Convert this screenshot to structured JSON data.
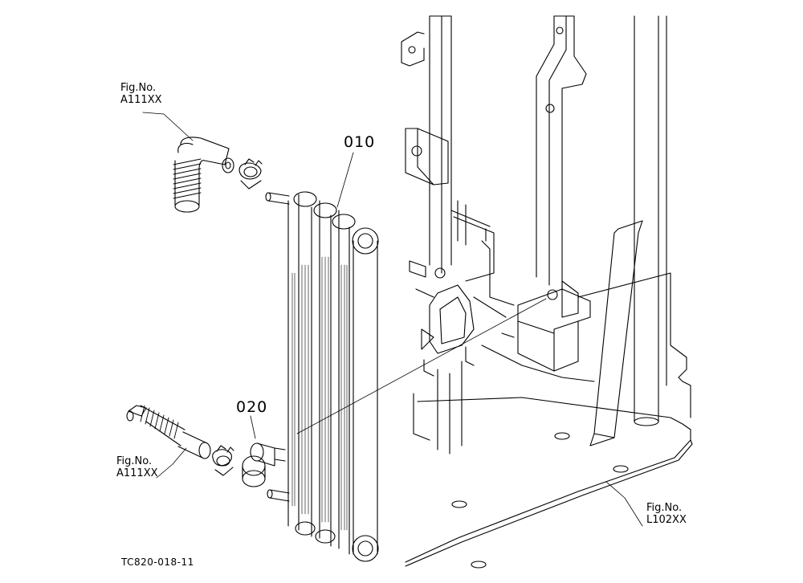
{
  "parts": [
    {
      "id": "part-010",
      "number": "010"
    },
    {
      "id": "part-020",
      "number": "020"
    }
  ],
  "references": [
    {
      "id": "ref-top-left",
      "line1": "Fig.No.",
      "line2": "A111XX"
    },
    {
      "id": "ref-bottom-left",
      "line1": "Fig.No.",
      "line2": "A111XX"
    },
    {
      "id": "ref-bottom-right",
      "line1": "Fig.No.",
      "line2": "L102XX"
    }
  ],
  "drawing_code": "TC820-018-11",
  "colors": {
    "line": "#000000",
    "background": "#ffffff"
  }
}
